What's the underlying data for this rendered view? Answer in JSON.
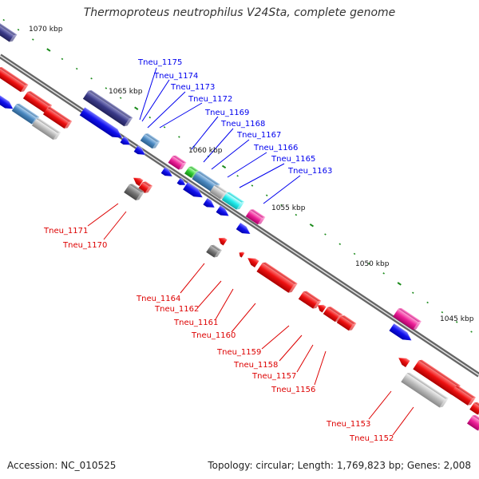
{
  "title": "Thermoproteus neutrophilus V24Sta, complete genome",
  "footer": {
    "accession": "Accession: NC_010525",
    "summary": "Topology: circular; Length: 1,769,823 bp; Genes: 2,008"
  },
  "colors": {
    "background": "#ffffff",
    "backbone": "#808080",
    "label_plus": "#0000ee",
    "label_minus": "#dd0000",
    "tick": "#1a8a1a",
    "feature_red": "#ee1111",
    "feature_blue": "#1111ee",
    "feature_navy": "#3a3a88",
    "feature_steel": "#4a88c0",
    "feature_gray": "#777777",
    "feature_lightgray": "#bbbbbb",
    "feature_magenta": "#ee2299",
    "feature_green": "#33cc33",
    "feature_cyan": "#22eeee"
  },
  "scale_labels": [
    "1070 kbp",
    "1065 kbp",
    "1060 kbp",
    "1055 kbp",
    "1050 kbp",
    "1045 kbp"
  ],
  "gene_labels_upper": [
    "Tneu_1175",
    "Tneu_1174",
    "Tneu_1173",
    "Tneu_1172",
    "Tneu_1169",
    "Tneu_1168",
    "Tneu_1167",
    "Tneu_1166",
    "Tneu_1165",
    "Tneu_1163"
  ],
  "gene_labels_lower": [
    "Tneu_1171",
    "Tneu_1170",
    "Tneu_1164",
    "Tneu_1162",
    "Tneu_1161",
    "Tneu_1160",
    "Tneu_1159",
    "Tneu_1158",
    "Tneu_1157",
    "Tneu_1156",
    "Tneu_1153",
    "Tneu_1152"
  ]
}
